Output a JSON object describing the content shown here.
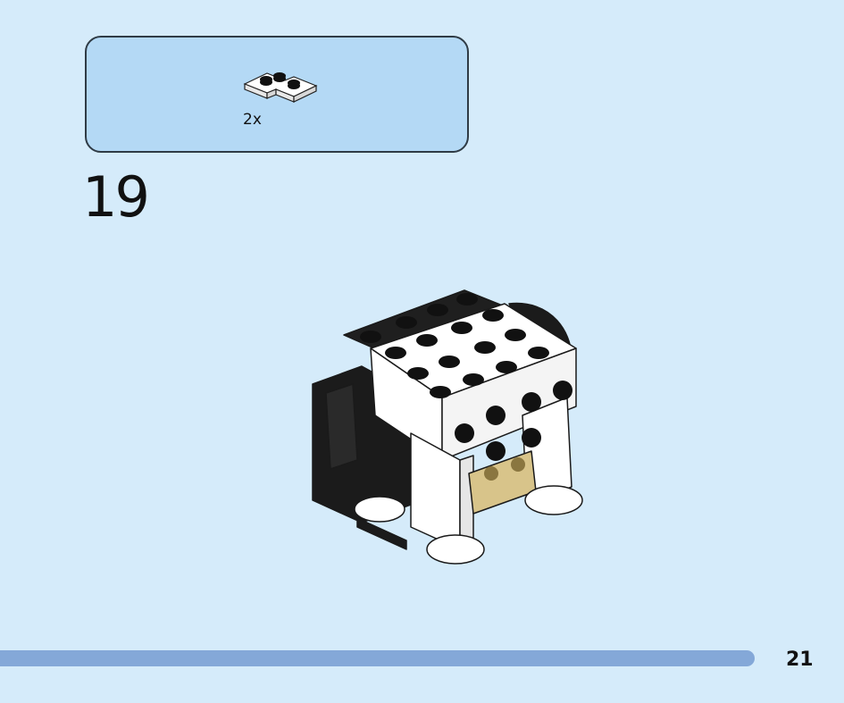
{
  "parts_callout": {
    "items": [
      {
        "icon": "white-corner-plate-icon",
        "quantity": "2x"
      }
    ]
  },
  "step": {
    "number": "19"
  },
  "model_image": {
    "icon": "polar-bear-brick-model-icon"
  },
  "footer": {
    "progress": 0.89,
    "page_number": "21",
    "colors": {
      "bar": "#84a8d8",
      "background": "#d5ebfa",
      "callout": "#b4d9f5"
    }
  }
}
